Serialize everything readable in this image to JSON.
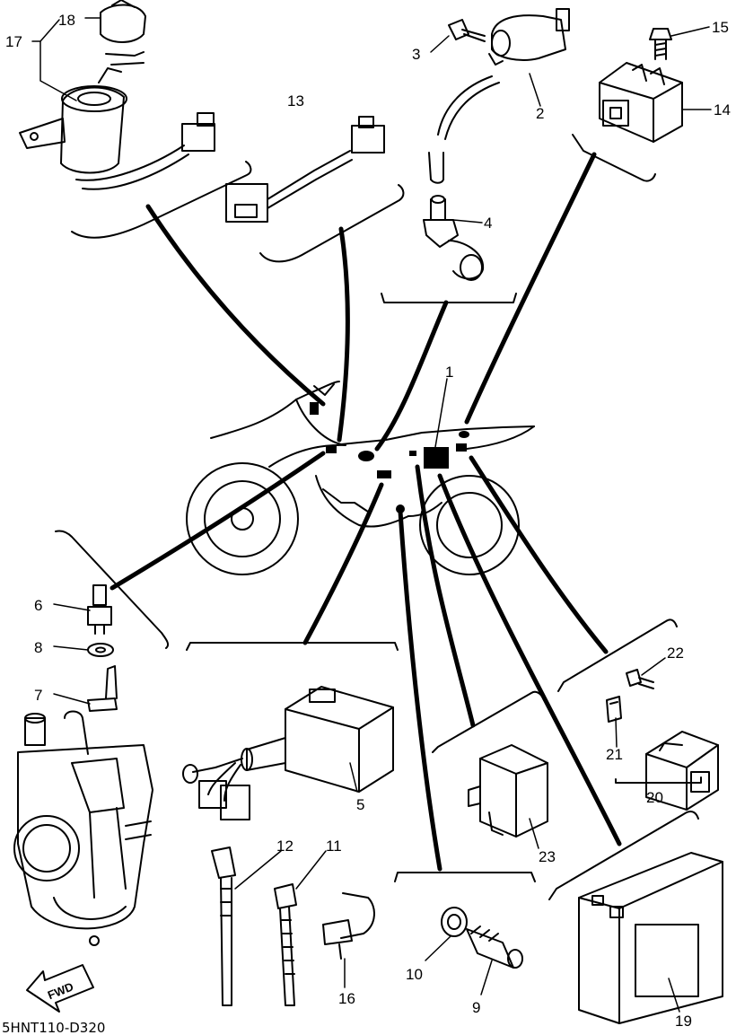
{
  "diagram_code": "5HNT110-D320",
  "direction_label": "FWD",
  "callouts": {
    "c1": "1",
    "c2": "2",
    "c3": "3",
    "c4": "4",
    "c5": "5",
    "c6": "6",
    "c7": "7",
    "c8": "8",
    "c9": "9",
    "c10": "10",
    "c11": "11",
    "c12": "12",
    "c13": "13",
    "c14": "14",
    "c15": "15",
    "c16": "16",
    "c17": "17",
    "c18": "18",
    "c19": "19",
    "c20": "20",
    "c21": "21",
    "c22": "22",
    "c23": "23"
  }
}
